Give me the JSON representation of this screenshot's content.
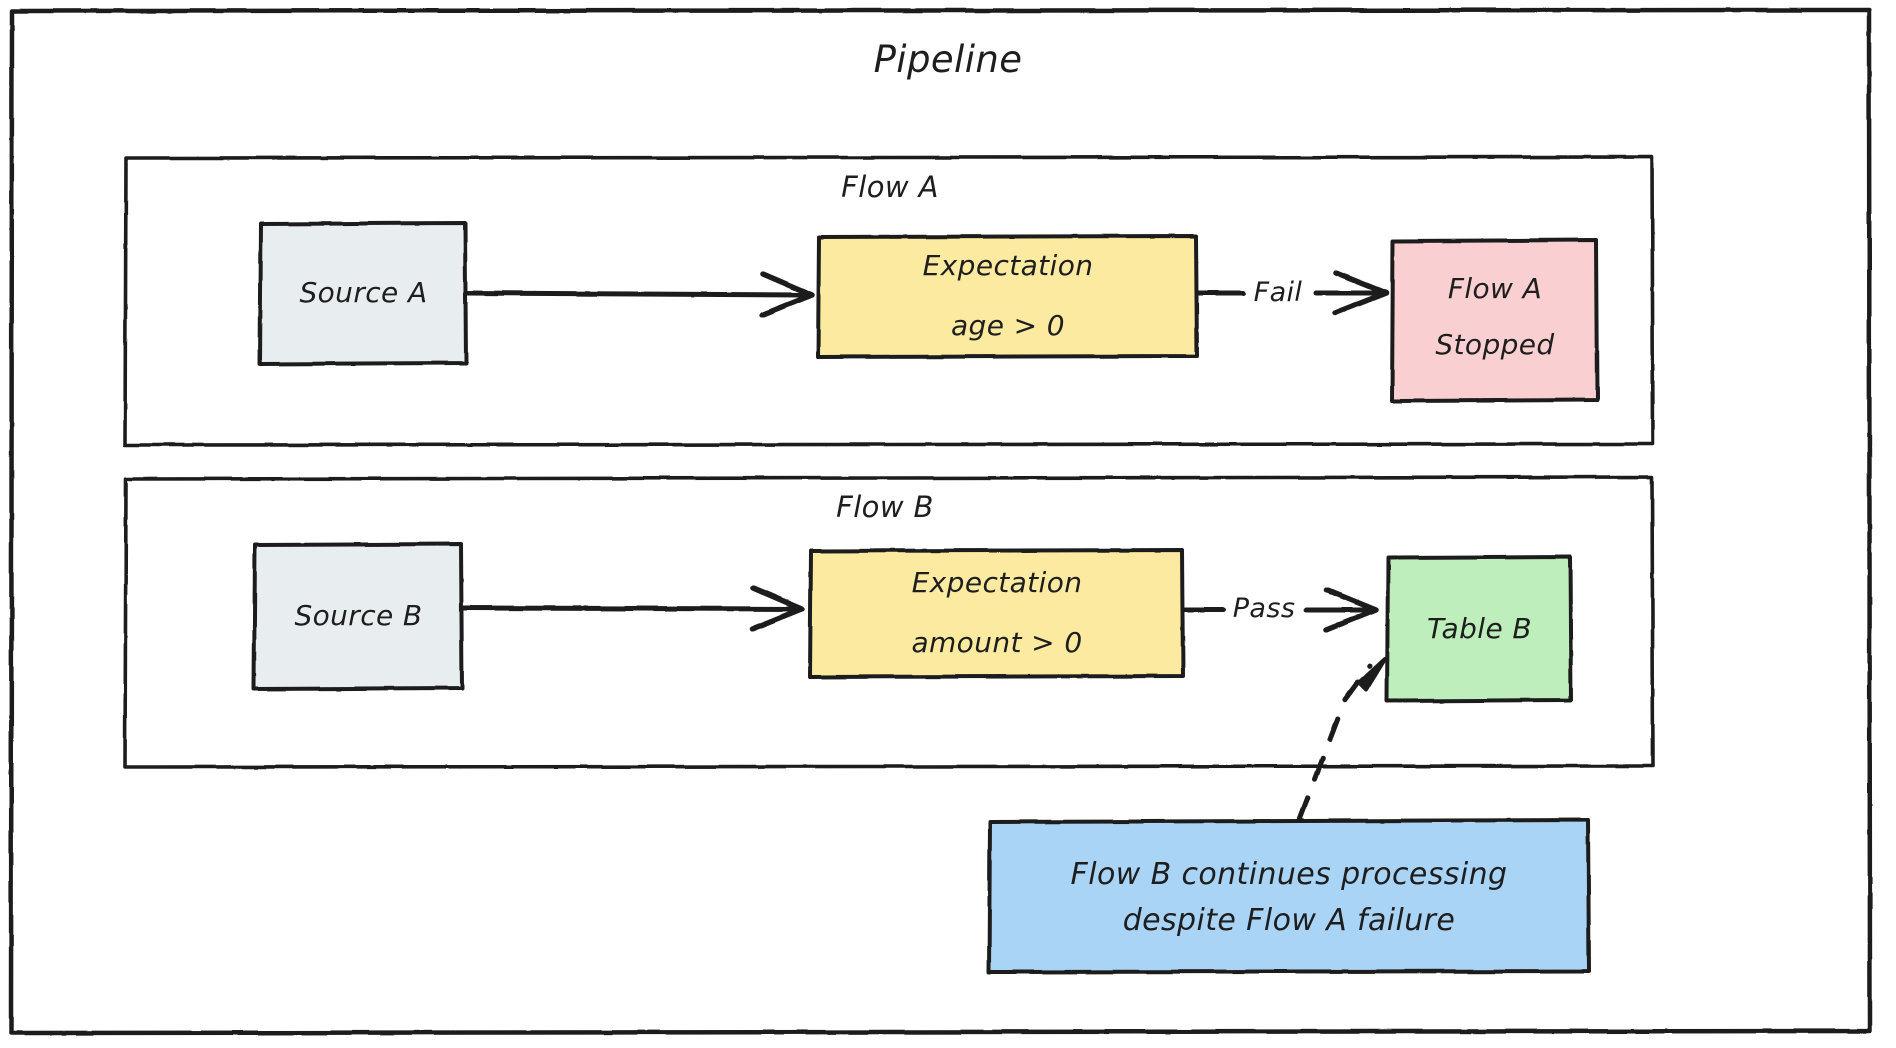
{
  "diagram": {
    "type": "flowchart",
    "title": "Pipeline",
    "style": "hand-drawn sketch",
    "background_color": "#ffffff",
    "stroke_color": "#1e1e1e"
  },
  "containers": [
    {
      "id": "pipeline",
      "label": "Pipeline",
      "fill": "#ffffff",
      "border": "#1e1e1e"
    },
    {
      "id": "flow_a",
      "label": "Flow A",
      "fill": "#ffffff",
      "border": "#1e1e1e"
    },
    {
      "id": "flow_b",
      "label": "Flow B",
      "fill": "#ffffff",
      "border": "#1e1e1e"
    }
  ],
  "nodes": [
    {
      "id": "source_a",
      "label": "Source A",
      "fill": "#e8edf0",
      "border": "#1e1e1e",
      "shape": "rect"
    },
    {
      "id": "expectation_a",
      "label_line1": "Expectation",
      "label_line2": "age > 0",
      "fill": "#fbeaa0",
      "border": "#1e1e1e",
      "shape": "rect"
    },
    {
      "id": "flow_a_stopped",
      "label_line1": "Flow A",
      "label_line2": "Stopped",
      "fill": "#f9cfd2",
      "border": "#1e1e1e",
      "shape": "rect"
    },
    {
      "id": "source_b",
      "label": "Source B",
      "fill": "#e8edf0",
      "border": "#1e1e1e",
      "shape": "rect"
    },
    {
      "id": "expectation_b",
      "label_line1": "Expectation",
      "label_line2": "amount > 0",
      "fill": "#fbeaa0",
      "border": "#1e1e1e",
      "shape": "rect"
    },
    {
      "id": "table_b",
      "label": "Table B",
      "fill": "#bdeebc",
      "border": "#1e1e1e",
      "shape": "rect"
    },
    {
      "id": "note",
      "label_line1": "Flow B continues processing",
      "label_line2": "despite Flow A failure",
      "fill": "#a9d4f5",
      "border": "#1e1e1e",
      "shape": "rect"
    }
  ],
  "edges": [
    {
      "id": "e1",
      "from": "source_a",
      "to": "expectation_a",
      "label": "",
      "style": "solid"
    },
    {
      "id": "e2",
      "from": "expectation_a",
      "to": "flow_a_stopped",
      "label": "Fail",
      "style": "solid"
    },
    {
      "id": "e3",
      "from": "source_b",
      "to": "expectation_b",
      "label": "",
      "style": "solid"
    },
    {
      "id": "e4",
      "from": "expectation_b",
      "to": "table_b",
      "label": "Pass",
      "style": "solid"
    },
    {
      "id": "e5",
      "from": "note",
      "to": "table_b",
      "label": "",
      "style": "dashed"
    }
  ]
}
